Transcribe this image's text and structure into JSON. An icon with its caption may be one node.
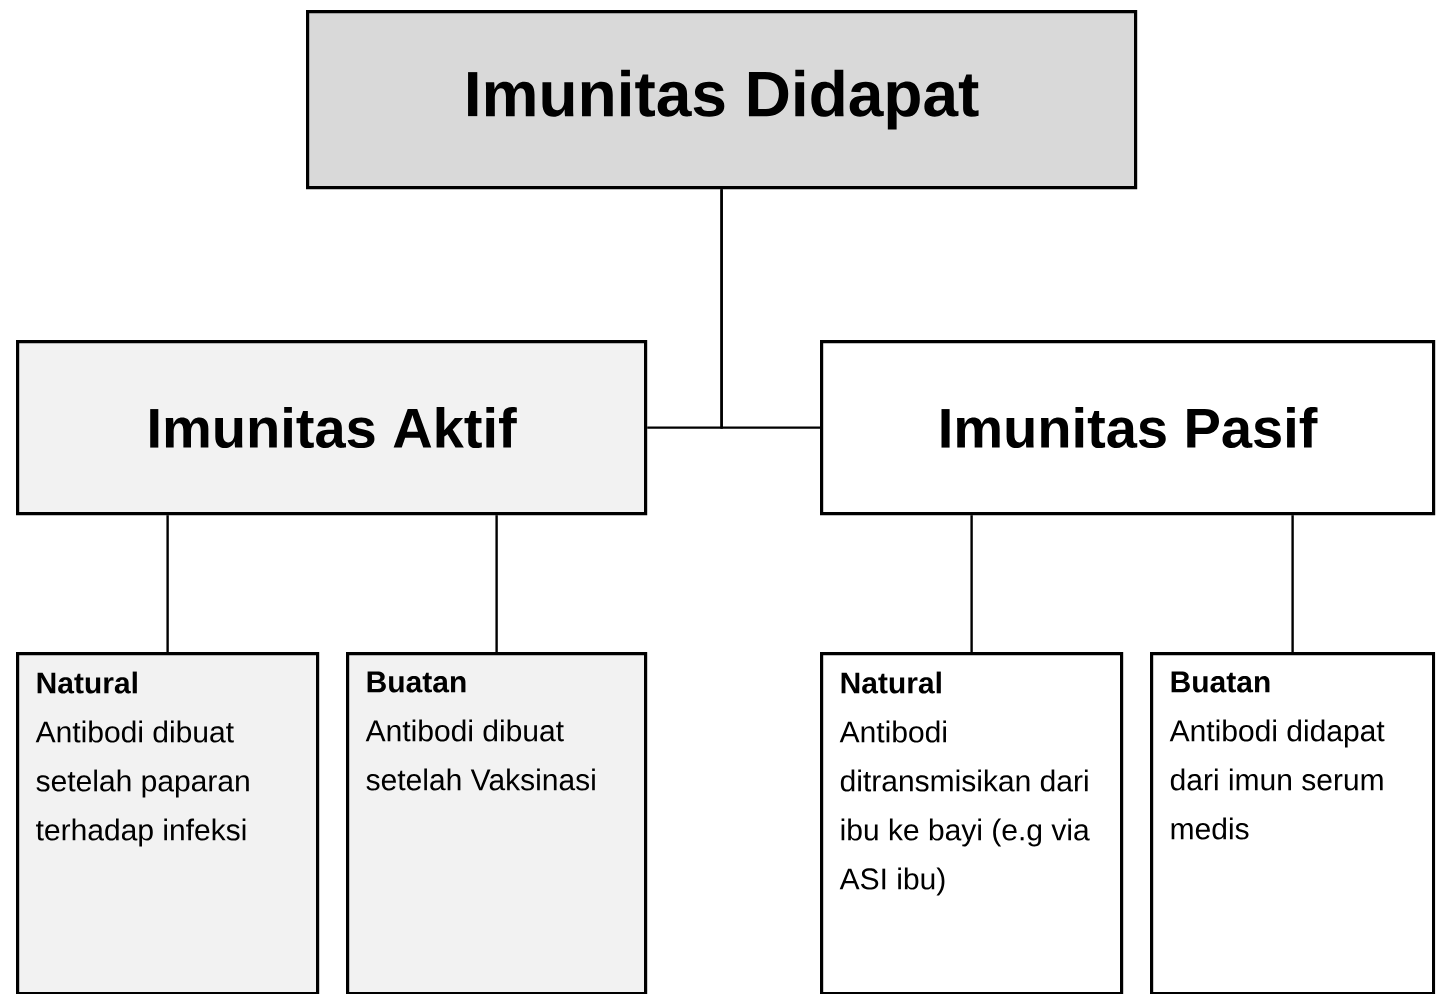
{
  "diagram": {
    "nodes": [
      {
        "text": [
          "Imunitas Didapat"
        ]
      },
      {
        "text": [
          "Imunitas Aktif"
        ]
      },
      {
        "text": [
          "Imunitas Pasif"
        ]
      },
      {
        "text": [
          "Natural",
          "Antibodi dibuat setelah paparan terhadap infeksi"
        ]
      },
      {
        "text": [
          "Buatan",
          "Antibodi dibuat setelah Vaksinasi"
        ]
      },
      {
        "text": [
          "Natural",
          "Antibodi ditransmisikan dari ibu ke bayi (e.g via ASI ibu)"
        ]
      },
      {
        "text": [
          "Buatan",
          "Antibodi didapat dari imun serum medis"
        ]
      }
    ],
    "edges": [
      {
        "from": 0,
        "to": 1,
        "arrow": "none"
      },
      {
        "from": 0,
        "to": 2,
        "arrow": "none"
      },
      {
        "from": 1,
        "to": 3,
        "arrow": "none"
      },
      {
        "from": 1,
        "to": 4,
        "arrow": "none"
      },
      {
        "from": 2,
        "to": 5,
        "arrow": "none"
      },
      {
        "from": 2,
        "to": 6,
        "arrow": "none"
      }
    ]
  }
}
